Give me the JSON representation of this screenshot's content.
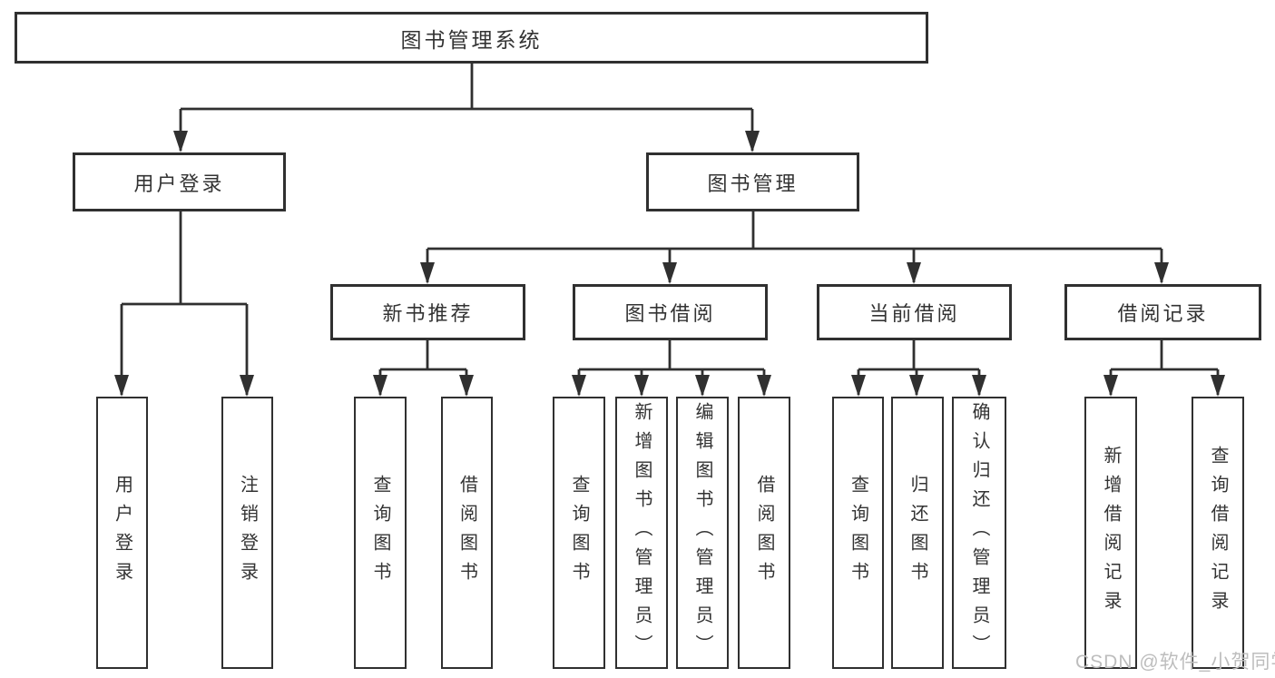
{
  "tree": {
    "root": {
      "label": "图书管理系统",
      "children": [
        {
          "label": "用户登录",
          "children": [
            {
              "label": "用户登录"
            },
            {
              "label": "注销登录"
            }
          ]
        },
        {
          "label": "图书管理",
          "children": [
            {
              "label": "新书推荐",
              "children": [
                {
                  "label": "查询图书"
                },
                {
                  "label": "借阅图书"
                }
              ]
            },
            {
              "label": "图书借阅",
              "children": [
                {
                  "label": "查询图书"
                },
                {
                  "label": "新增图书（管理员）"
                },
                {
                  "label": "编辑图书（管理员）"
                },
                {
                  "label": "借阅图书"
                }
              ]
            },
            {
              "label": "当前借阅",
              "children": [
                {
                  "label": "查询图书"
                },
                {
                  "label": "归还图书"
                },
                {
                  "label": "确认归还（管理员）"
                }
              ]
            },
            {
              "label": "借阅记录",
              "children": [
                {
                  "label": "新增借阅记录"
                },
                {
                  "label": "查询借阅记录"
                }
              ]
            }
          ]
        }
      ]
    }
  },
  "watermark": {
    "text": "CSDN @软件_小贺同学"
  },
  "colors": {
    "line": "#303030",
    "box_border": "#303030",
    "text": "#333333",
    "watermark": "#bdbdbd",
    "background": "#ffffff"
  }
}
